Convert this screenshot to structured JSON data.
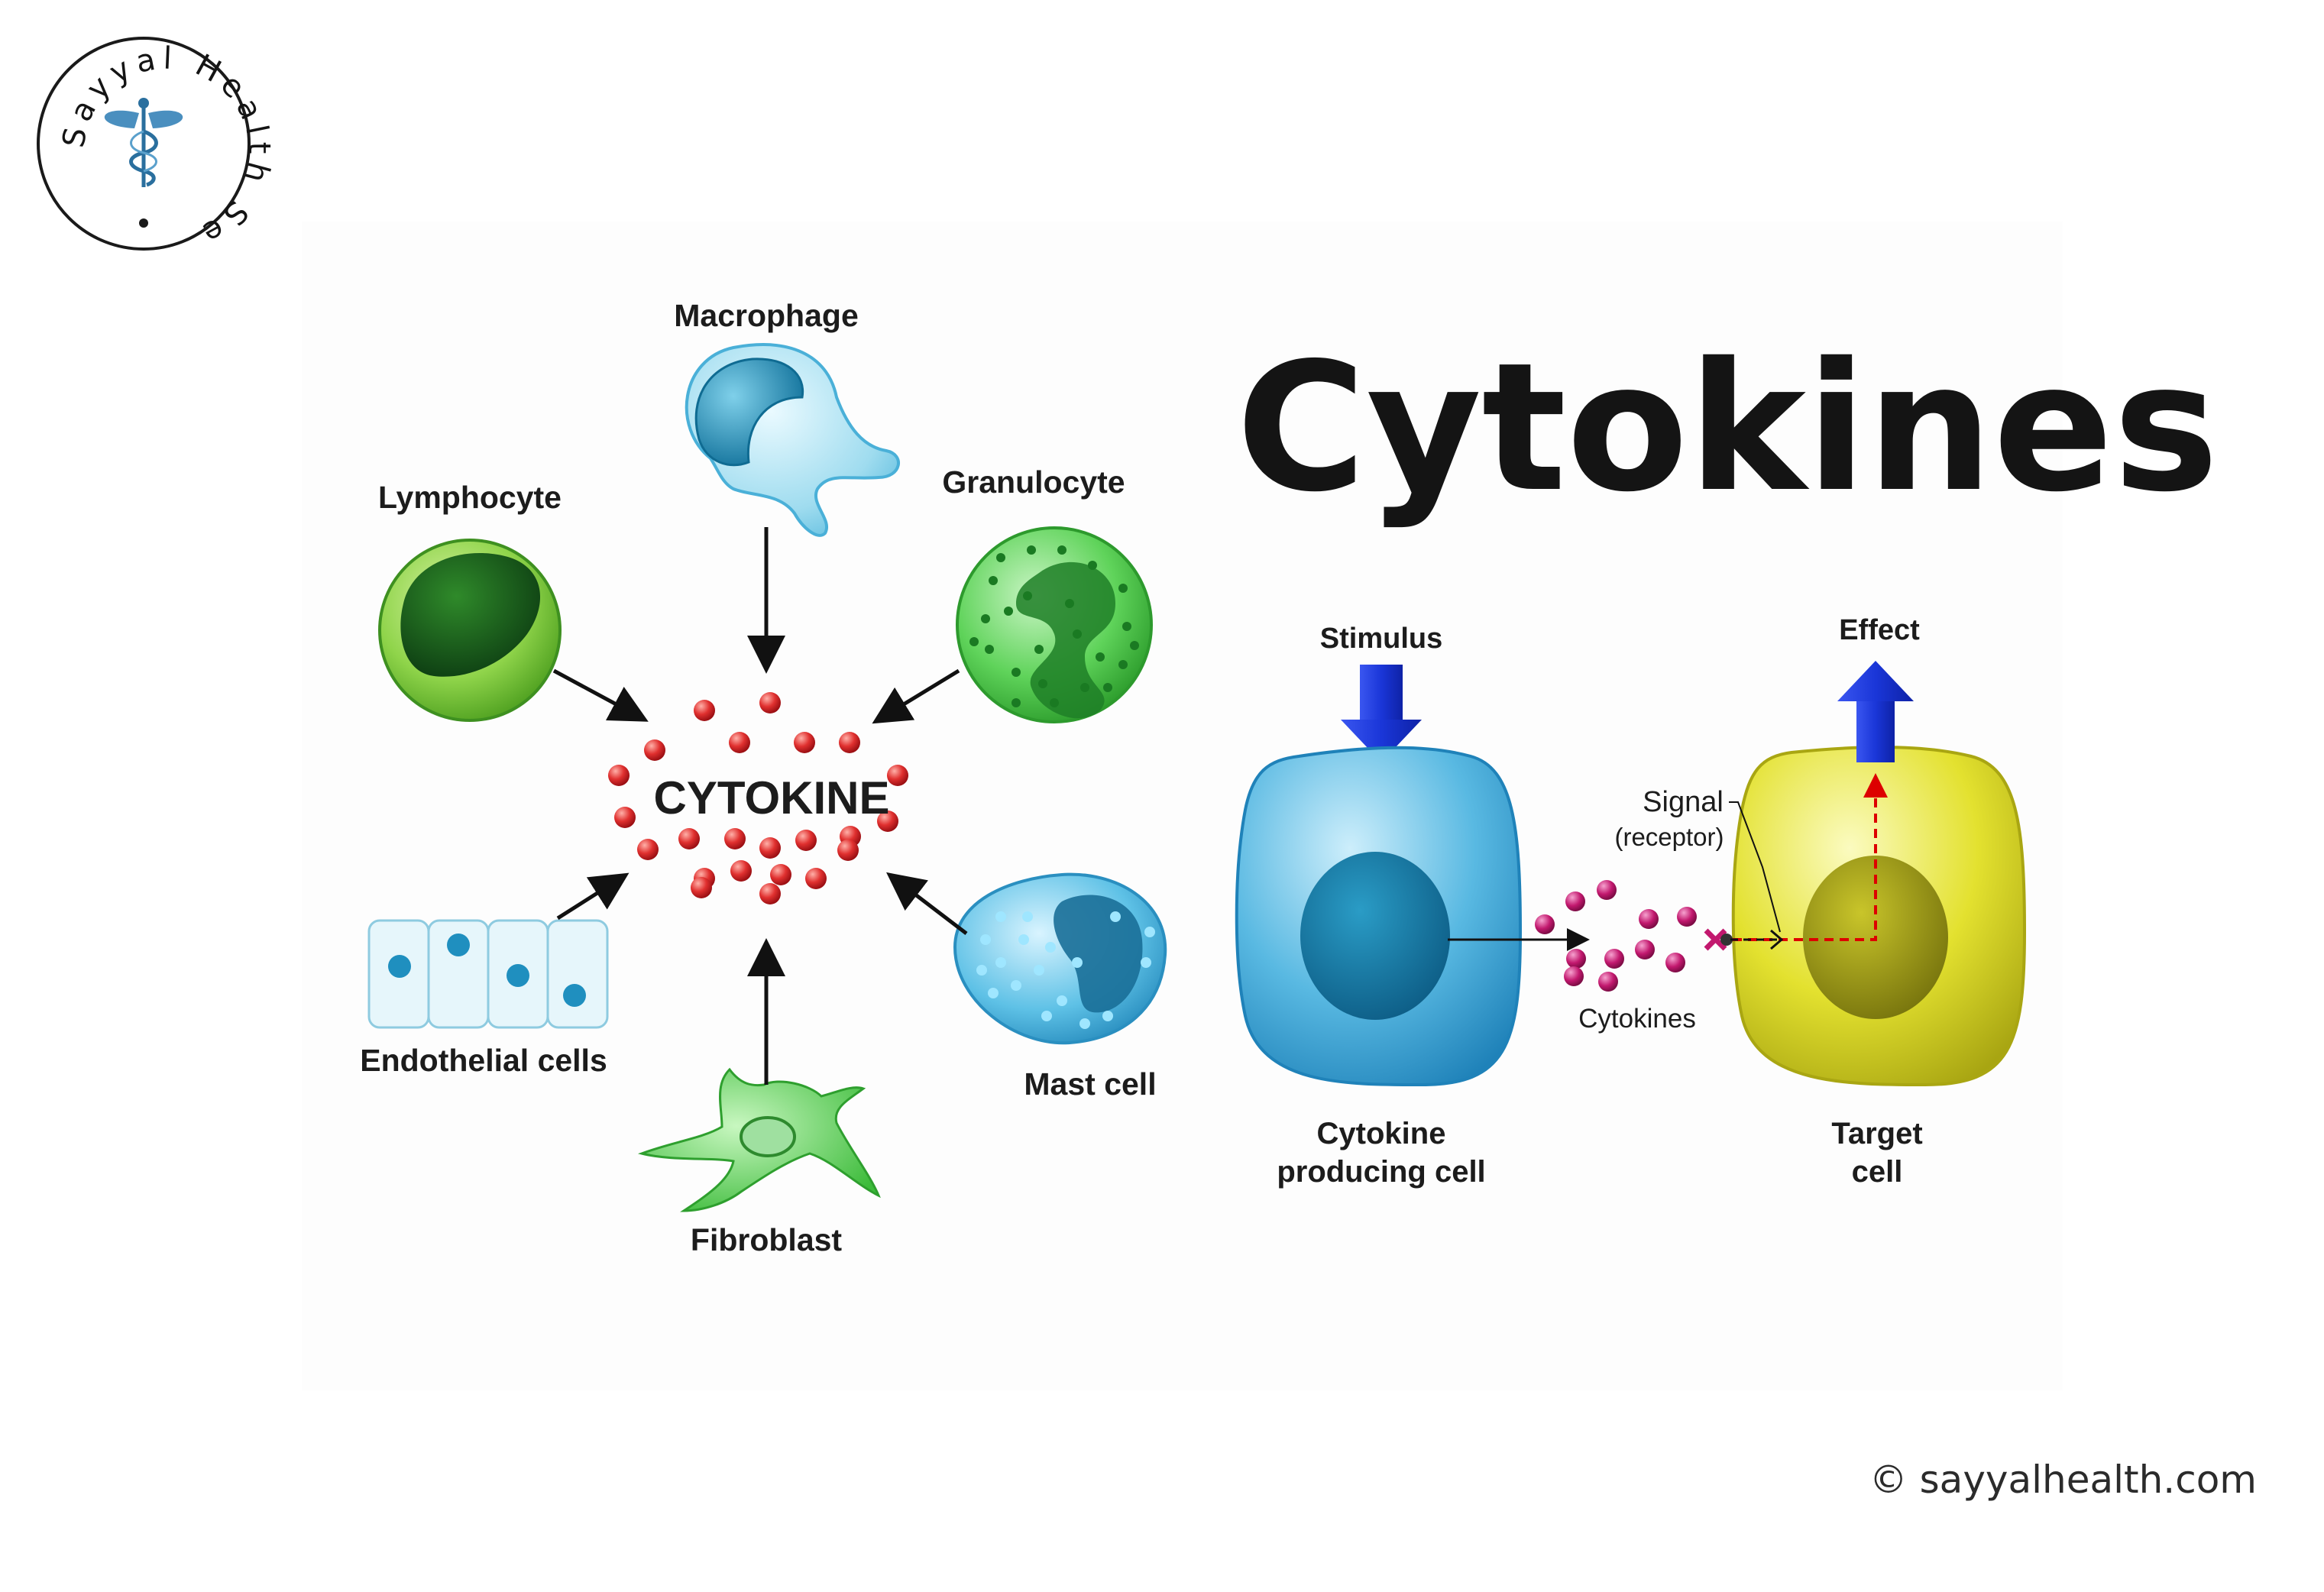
{
  "logo": {
    "ring_text": "Sayyal Health Services",
    "icon": "caduceus-icon"
  },
  "title": "Cytokines",
  "left_panel": {
    "center_label": "CYTOKINE",
    "cells": {
      "macrophage": "Macrophage",
      "lymphocyte": "Lymphocyte",
      "granulocyte": "Granulocyte",
      "endothelial": "Endothelial cells",
      "mast": "Mast cell",
      "fibroblast": "Fibroblast"
    }
  },
  "right_panel": {
    "stimulus": "Stimulus",
    "effect": "Effect",
    "signal": "Signal",
    "receptor": "(receptor)",
    "cytokines": "Cytokines",
    "producer_line1": "Cytokine",
    "producer_line2": "producing cell",
    "target_line1": "Target",
    "target_line2": "cell"
  },
  "copyright": "© sayyalhealth.com",
  "colors": {
    "cytokine_red": "#d6262c",
    "cytokine_magenta": "#c2186e",
    "arrow_blue": "#1a36d8",
    "producer_blue": "#3aa6d6",
    "target_yellow": "#e4e231"
  }
}
